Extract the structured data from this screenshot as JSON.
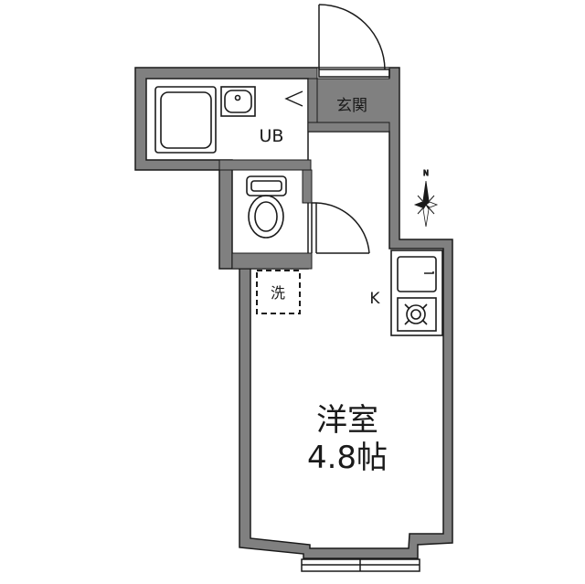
{
  "rooms": {
    "unit_bath": "UB",
    "entrance": "玄関",
    "kitchen": "K",
    "washer": "洗",
    "western_room": "洋室",
    "western_room_size": "4.8帖"
  },
  "compass": {
    "north": "N"
  },
  "colors": {
    "wall": "#808080",
    "line": "#1a1a1a",
    "background": "#ffffff"
  }
}
